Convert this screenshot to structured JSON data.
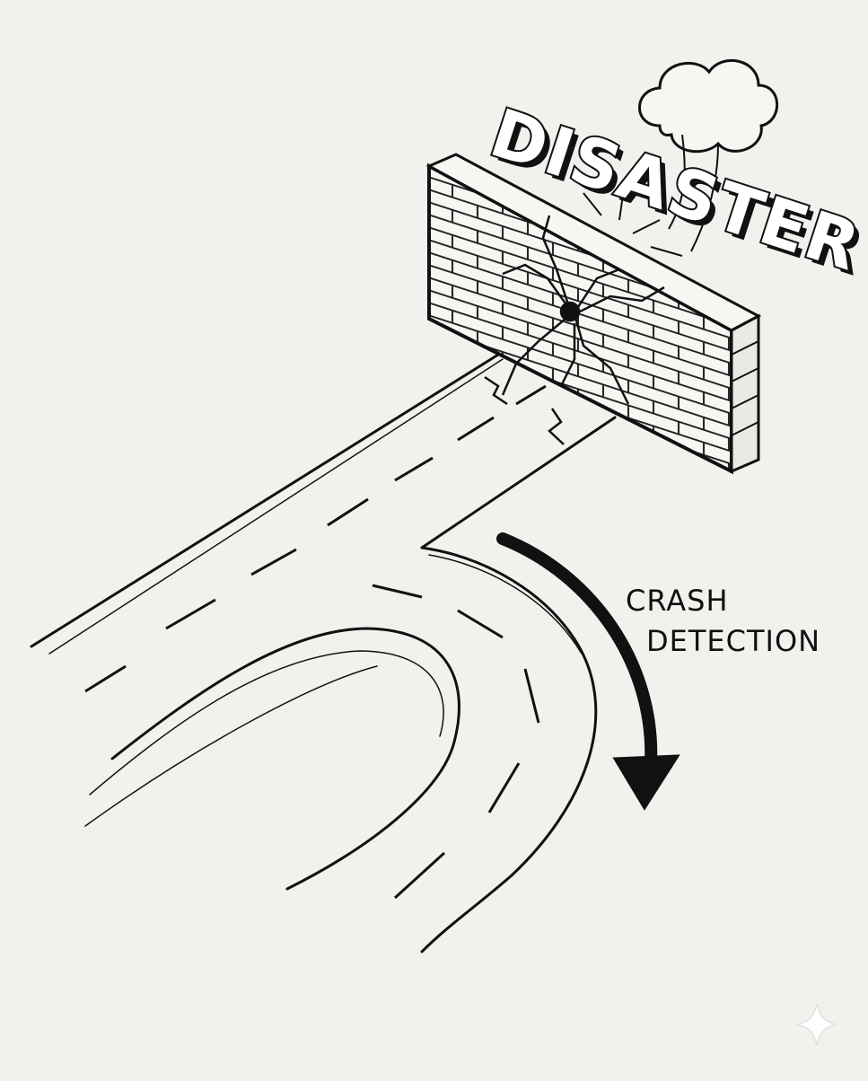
{
  "title": "DISASTER",
  "caption_lines": [
    "CRASH",
    "DETECTION"
  ],
  "colors": {
    "paper": "#f1f1ee",
    "ink": "#111111"
  }
}
